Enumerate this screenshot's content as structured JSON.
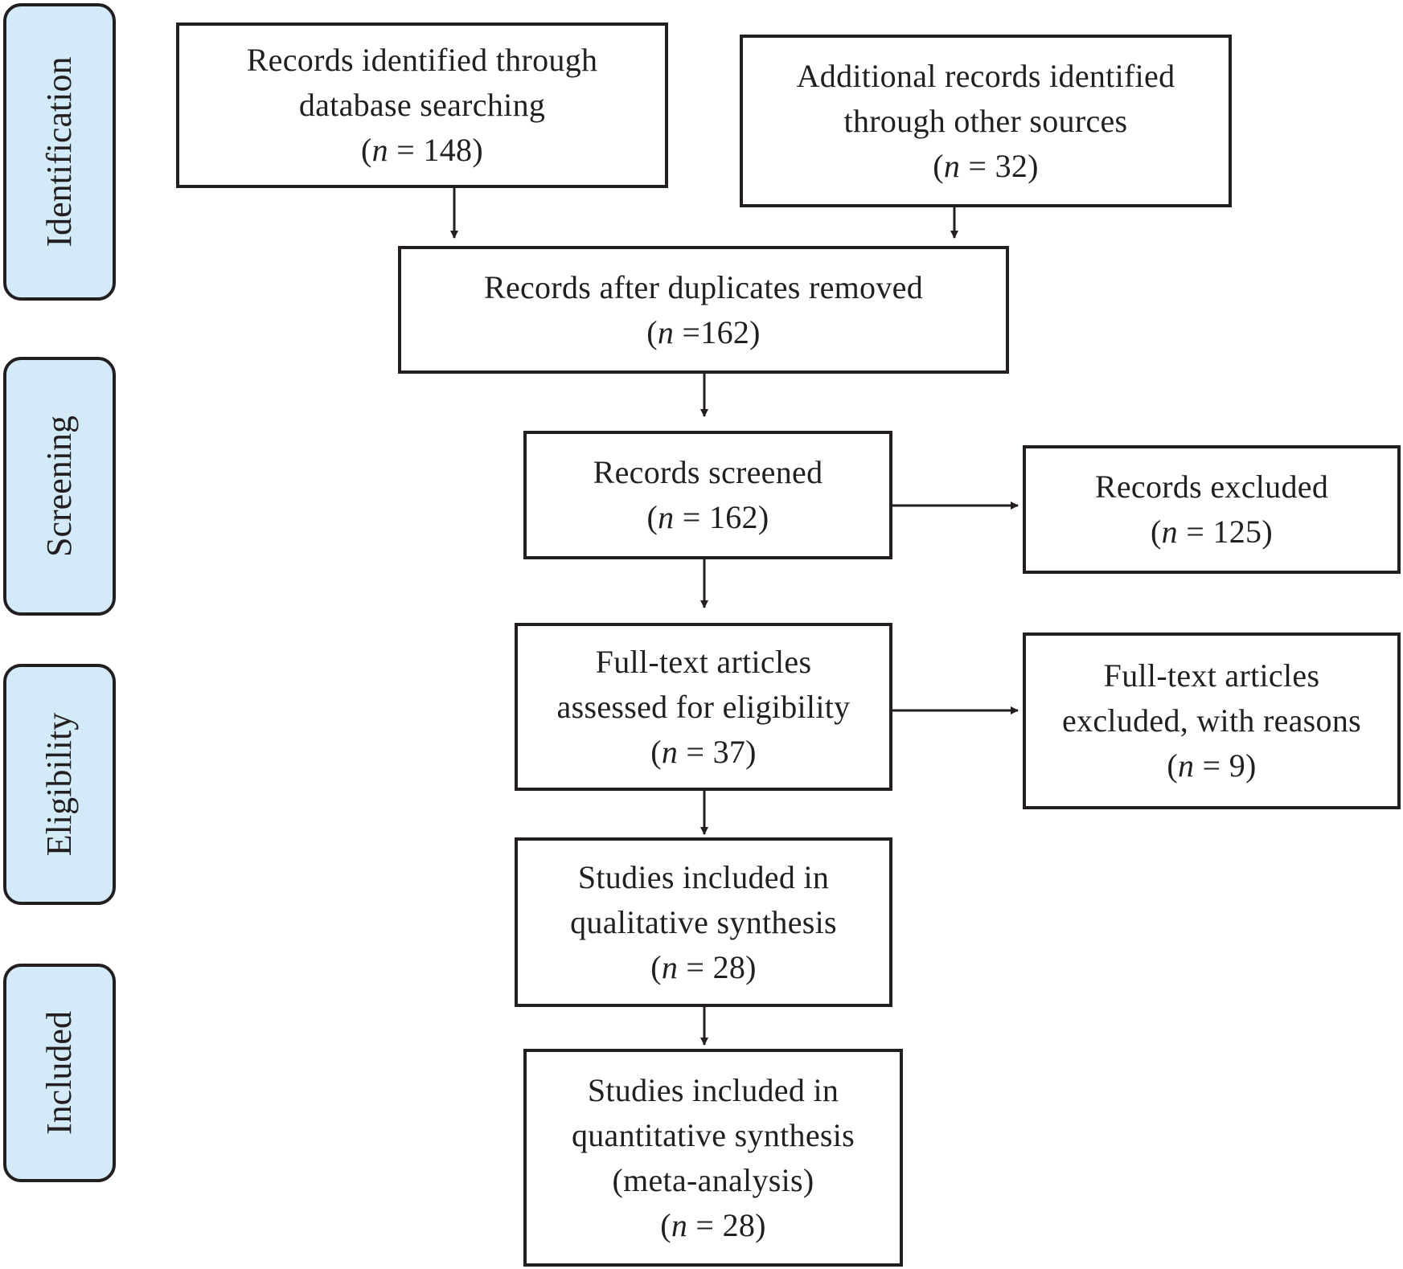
{
  "stages": {
    "identification": "Identification",
    "screening": "Screening",
    "eligibility": "Eligibility",
    "included": "Included"
  },
  "boxes": {
    "database_search": {
      "lines": [
        "Records identified through",
        "database searching"
      ],
      "n_open": "(",
      "n_var": "n",
      "n_rest": " = 148)"
    },
    "other_sources": {
      "lines": [
        "Additional records identified",
        "through other sources"
      ],
      "n_open": "(",
      "n_var": "n",
      "n_rest": " = 32)"
    },
    "after_duplicates": {
      "lines": [
        "Records after duplicates removed"
      ],
      "n_open": "(",
      "n_var": "n",
      "n_rest": " =162)"
    },
    "screened": {
      "lines": [
        "Records screened"
      ],
      "n_open": "(",
      "n_var": "n",
      "n_rest": " = 162)"
    },
    "excluded": {
      "lines": [
        "Records excluded"
      ],
      "n_open": "(",
      "n_var": "n",
      "n_rest": " = 125)"
    },
    "full_text_assessed": {
      "lines": [
        "Full-text articles",
        "assessed for eligibility"
      ],
      "n_open": "(",
      "n_var": "n",
      "n_rest": " = 37)"
    },
    "full_text_excluded": {
      "lines": [
        "Full-text articles",
        "excluded, with reasons"
      ],
      "n_open": "(",
      "n_var": "n",
      "n_rest": " = 9)"
    },
    "qualitative": {
      "lines": [
        "Studies included in",
        "qualitative synthesis"
      ],
      "n_open": "(",
      "n_var": "n",
      "n_rest": " = 28)"
    },
    "quantitative": {
      "lines": [
        "Studies included in",
        "quantitative synthesis",
        "(meta-analysis)"
      ],
      "n_open": "(",
      "n_var": "n",
      "n_rest": " = 28)"
    }
  }
}
